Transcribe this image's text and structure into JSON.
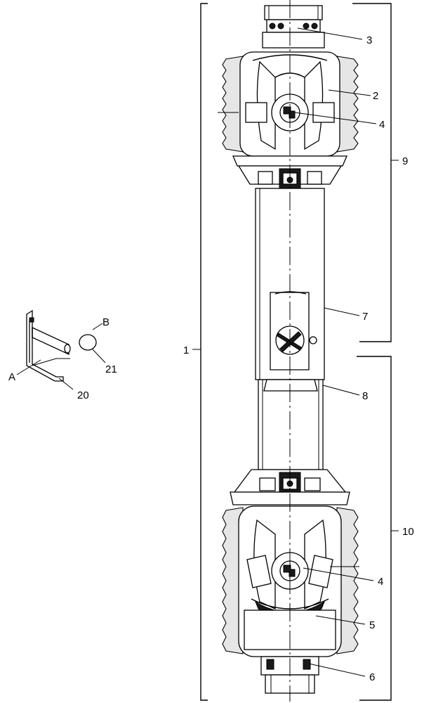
{
  "labels": {
    "item_1": "1",
    "item_2": "2",
    "item_3": "3",
    "item_4_top": "4",
    "item_4_bottom": "4",
    "item_5": "5",
    "item_6": "6",
    "item_7": "7",
    "item_8": "8",
    "item_9": "9",
    "item_10": "10",
    "item_20": "20",
    "item_21": "21",
    "point_a": "A",
    "point_b": "B"
  }
}
